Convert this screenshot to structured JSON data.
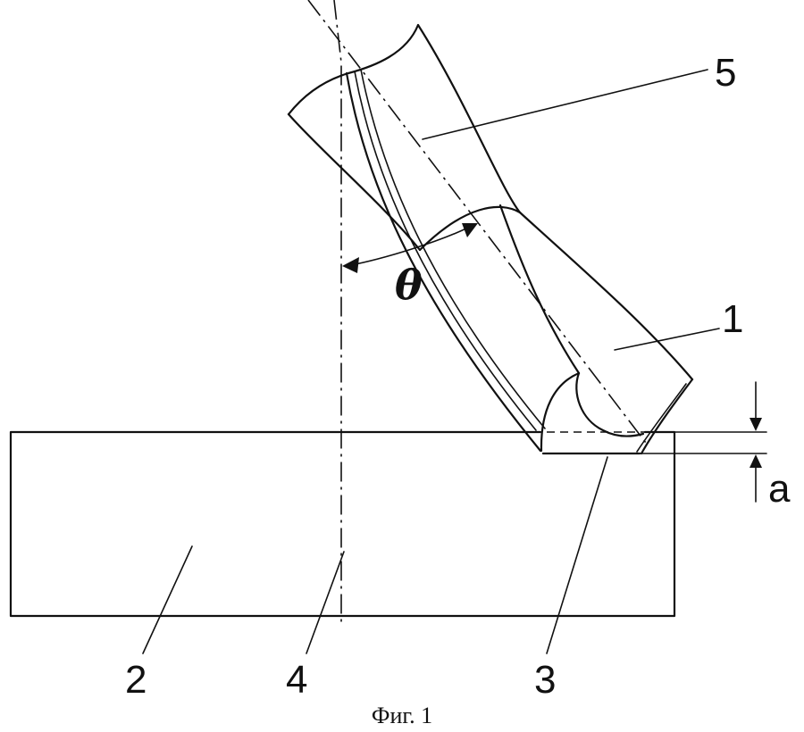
{
  "labels": {
    "drill": "1",
    "workpiece": "2",
    "hole": "3",
    "workpiece_axis": "4",
    "drill_axis": "5",
    "angle": "θ",
    "depth": "a"
  },
  "caption": "Фиг. 1",
  "colors": {
    "ink": "#111111",
    "background": "#ffffff"
  }
}
